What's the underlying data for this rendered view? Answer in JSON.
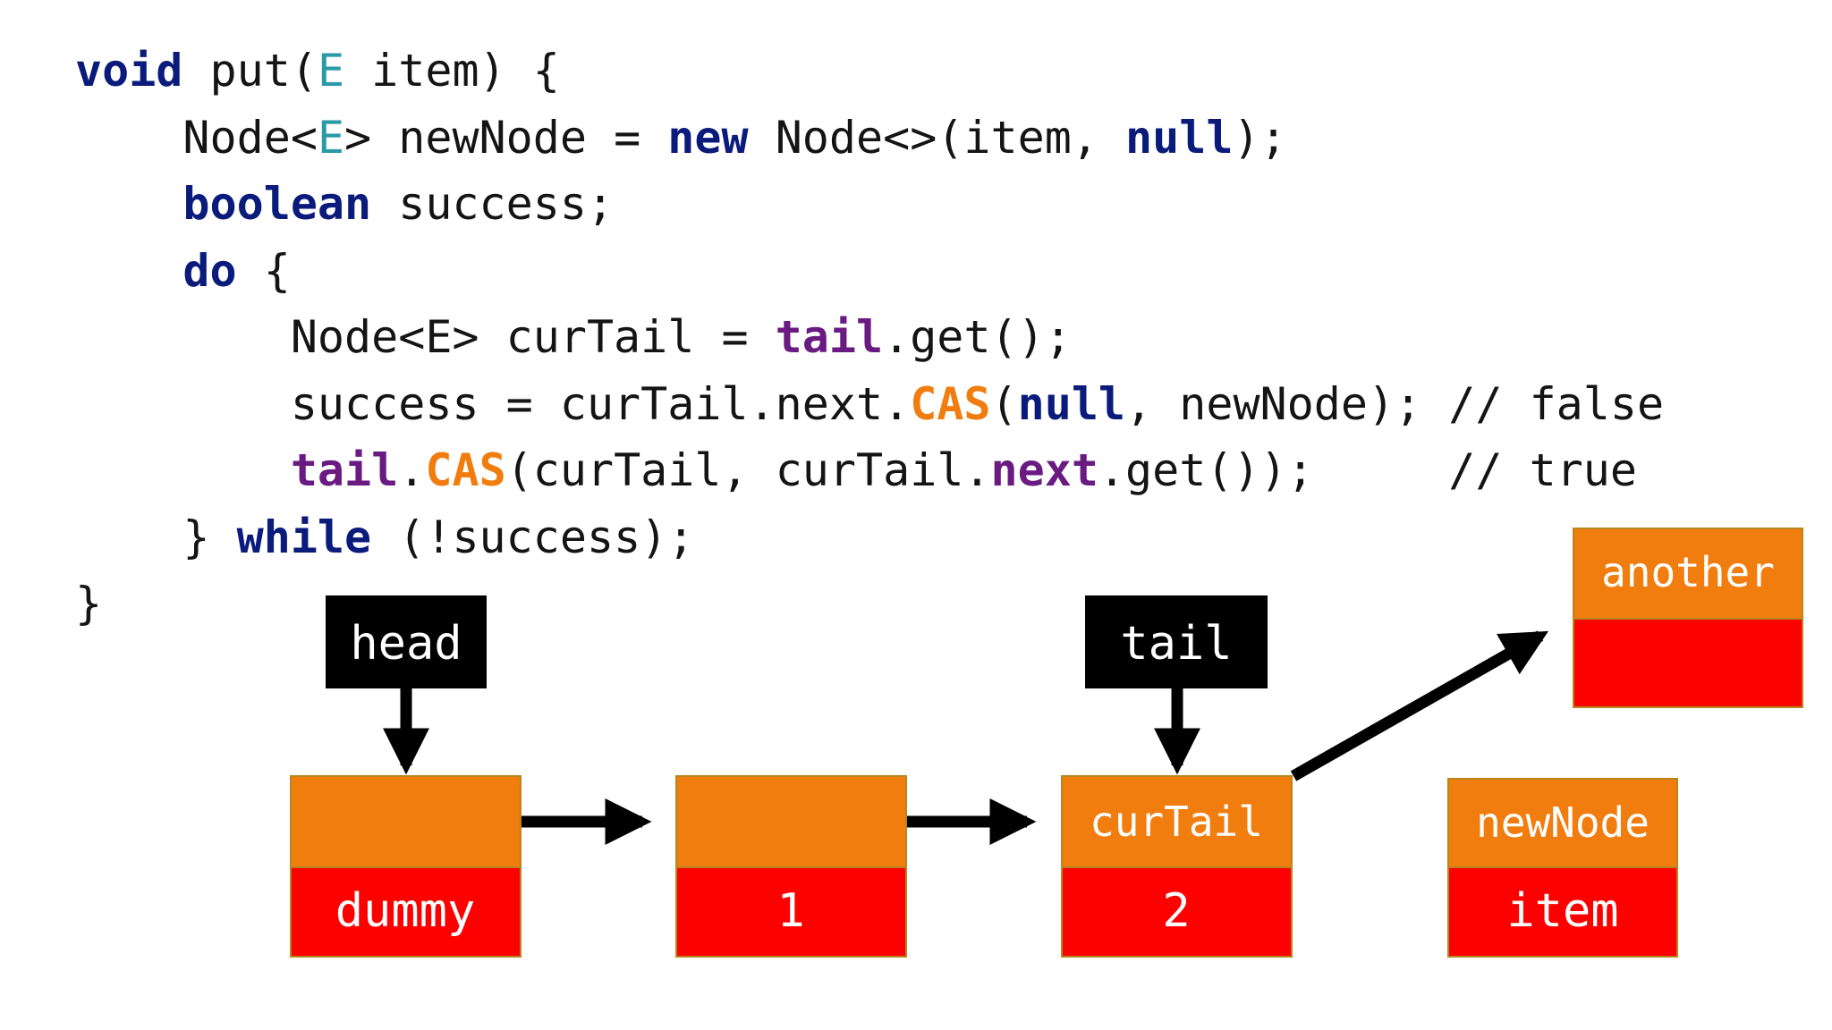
{
  "code": {
    "lines": [
      [
        {
          "t": "void",
          "c": "keyword"
        },
        {
          "t": " put(",
          "c": "plain"
        },
        {
          "t": "E",
          "c": "generic"
        },
        {
          "t": " item) {",
          "c": "plain"
        }
      ],
      [
        {
          "t": "    Node<",
          "c": "plain"
        },
        {
          "t": "E",
          "c": "generic"
        },
        {
          "t": "> newNode = ",
          "c": "plain"
        },
        {
          "t": "new",
          "c": "keyword"
        },
        {
          "t": " Node<>(item, ",
          "c": "plain"
        },
        {
          "t": "null",
          "c": "keyword"
        },
        {
          "t": ");",
          "c": "plain"
        }
      ],
      [
        {
          "t": "    ",
          "c": "plain"
        },
        {
          "t": "boolean",
          "c": "keyword"
        },
        {
          "t": " success;",
          "c": "plain"
        }
      ],
      [
        {
          "t": "    ",
          "c": "plain"
        },
        {
          "t": "do",
          "c": "keyword"
        },
        {
          "t": " {",
          "c": "plain"
        }
      ],
      [
        {
          "t": "        Node<E> curTail = ",
          "c": "plain"
        },
        {
          "t": "tail",
          "c": "field"
        },
        {
          "t": ".get();",
          "c": "plain"
        }
      ],
      [
        {
          "t": "        success = curTail.next.",
          "c": "plain"
        },
        {
          "t": "CAS",
          "c": "cas"
        },
        {
          "t": "(",
          "c": "plain"
        },
        {
          "t": "null",
          "c": "keyword"
        },
        {
          "t": ", newNode); ",
          "c": "plain"
        },
        {
          "t": "// false",
          "c": "comment"
        }
      ],
      [
        {
          "t": "        ",
          "c": "plain"
        },
        {
          "t": "tail",
          "c": "field"
        },
        {
          "t": ".",
          "c": "plain"
        },
        {
          "t": "CAS",
          "c": "cas"
        },
        {
          "t": "(curTail, curTail.",
          "c": "plain"
        },
        {
          "t": "next",
          "c": "field"
        },
        {
          "t": ".get());     ",
          "c": "plain"
        },
        {
          "t": "// true",
          "c": "comment"
        }
      ],
      [
        {
          "t": "    } ",
          "c": "plain"
        },
        {
          "t": "while",
          "c": "keyword"
        },
        {
          "t": " (!success);",
          "c": "plain"
        }
      ],
      [
        {
          "t": "}",
          "c": "plain"
        }
      ]
    ]
  },
  "diagram": {
    "pointers": [
      {
        "id": "head",
        "label": "head"
      },
      {
        "id": "tail",
        "label": "tail"
      }
    ],
    "nodes": [
      {
        "id": "dummy",
        "top_label": "",
        "bottom_label": "dummy"
      },
      {
        "id": "node1",
        "top_label": "",
        "bottom_label": "1"
      },
      {
        "id": "curtail",
        "top_label": "curTail",
        "bottom_label": "2"
      },
      {
        "id": "newnode",
        "top_label": "newNode",
        "bottom_label": "item"
      },
      {
        "id": "another",
        "top_label": "another",
        "bottom_label": ""
      }
    ],
    "colors": {
      "node_top": "#f07d0e",
      "node_bottom": "#fd0000",
      "node_border": "#b8861c",
      "pointer_box": "#000000",
      "label_text": "#ffffff",
      "arrow": "#000000"
    }
  }
}
